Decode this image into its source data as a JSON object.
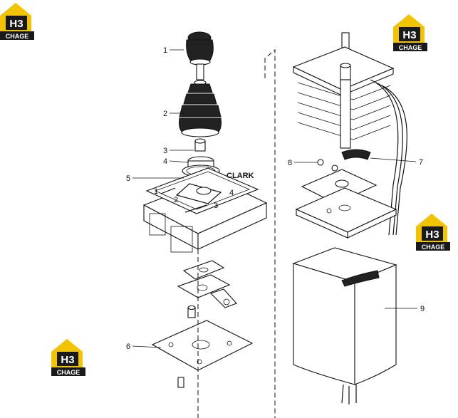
{
  "watermark": {
    "letters": "H3",
    "brand": "CHAGE",
    "colors": {
      "house": "#F2C300",
      "dark": "#1a1a1a",
      "text": "#ffffff"
    }
  },
  "callouts": [
    {
      "id": "1",
      "label": "1"
    },
    {
      "id": "2",
      "label": "2"
    },
    {
      "id": "3",
      "label": "3"
    },
    {
      "id": "4",
      "label": "4"
    },
    {
      "id": "5",
      "label": "5"
    },
    {
      "id": "6",
      "label": "6"
    },
    {
      "id": "7",
      "label": "7"
    },
    {
      "id": "8",
      "label": "8"
    },
    {
      "id": "9",
      "label": "9"
    }
  ],
  "plate_text": "CLARK",
  "gate_numbers": [
    "1",
    "2",
    "3",
    "4"
  ]
}
